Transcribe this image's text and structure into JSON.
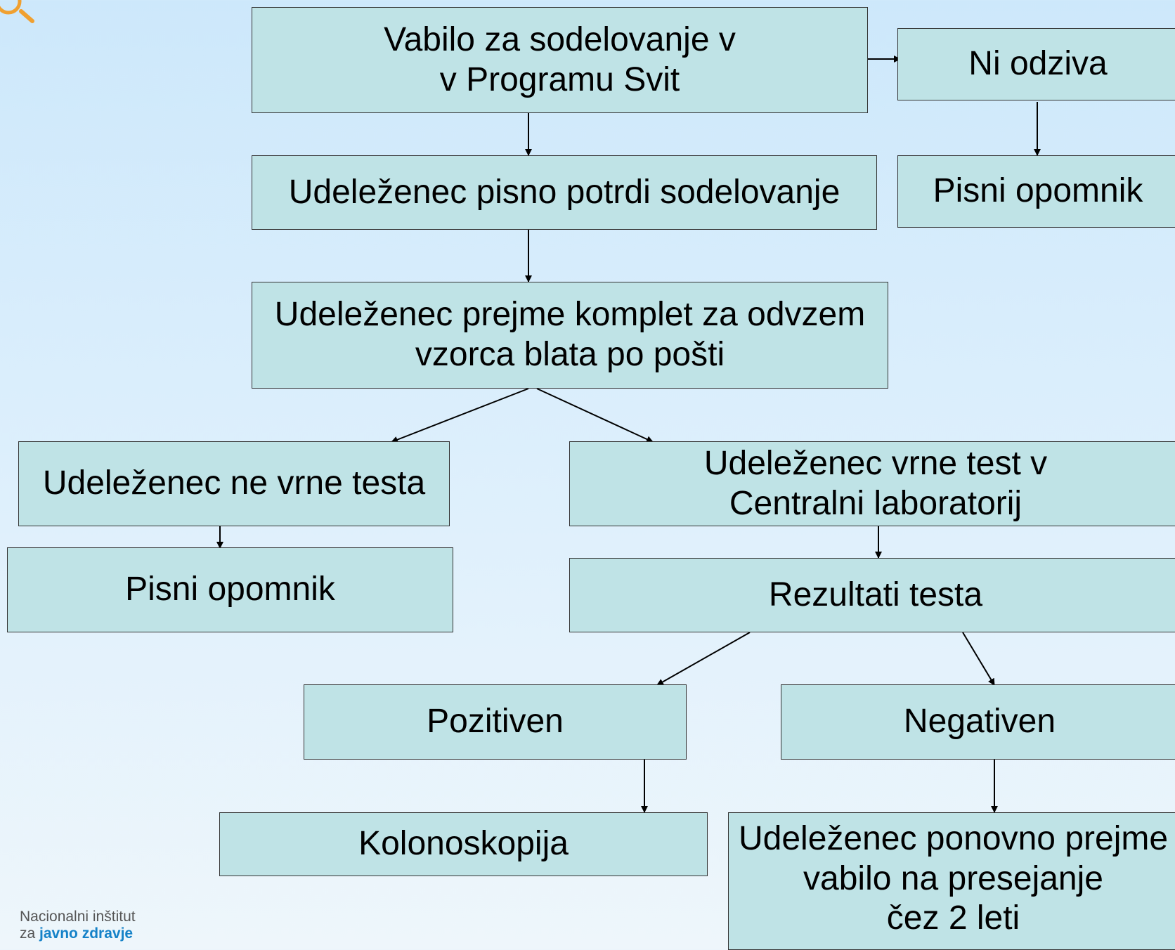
{
  "nodes": {
    "invitation": "Vabilo za sodelovanje v\nv Programu Svit",
    "no_response": "Ni odziva",
    "reminder_top": "Pisni opomnik",
    "confirm": "Udeleženec pisno potrdi sodelovanje",
    "receives_kit": "Udeleženec prejme komplet za odvzem\nvzorca blata po pošti",
    "no_test": "Udeleženec ne vrne testa",
    "reminder_left": "Pisni opomnik",
    "returns_test": "Udeleženec vrne test v\nCentralni laboratorij",
    "results": "Rezultati testa",
    "positive": "Pozitiven",
    "negative": "Negativen",
    "colonoscopy": "Kolonoskopija",
    "reinvite": "Udeleženec ponovno prejme\nvabilo na presejanje\nčez 2 leti"
  },
  "logo": {
    "line1": "Nacionalni inštitut",
    "line2_prefix": "za",
    "line2_highlight": "javno zdravje"
  }
}
